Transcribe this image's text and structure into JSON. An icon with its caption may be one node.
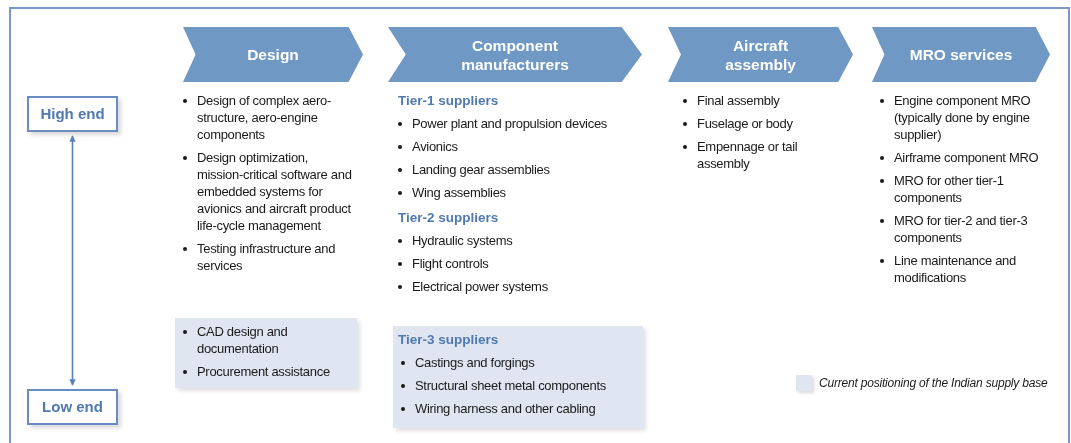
{
  "diagram": {
    "nodes": [
      {
        "text": [
          "High end"
        ]
      },
      {
        "text": [
          "Low end"
        ]
      },
      {
        "text": [
          "Design"
        ]
      },
      {
        "text": [
          "Component manufacturers"
        ]
      },
      {
        "text": [
          "Aircraft assembly"
        ]
      },
      {
        "text": [
          "MRO services"
        ]
      },
      {
        "text": [
          "CAD design and documentation",
          "Procurement assistance"
        ]
      },
      {
        "text": [
          "Tier-3 suppliers",
          "Castings and forgings",
          "Structural sheet metal components",
          "Wiring harness and other cabling"
        ]
      }
    ],
    "edges": [
      {
        "from": 0,
        "to": 1,
        "arrow": "both"
      }
    ],
    "labels": [
      "Design of complex aero-structure, aero-engine components",
      "Design optimization, mission-critical software and embedded systems for avionics and aircraft product life-cycle management",
      "Testing infrastructure and services",
      "Tier-1 suppliers",
      "Power plant and propulsion devices",
      "Avionics",
      "Landing gear assemblies",
      "Wing assemblies",
      "Tier-2 suppliers",
      "Hydraulic systems",
      "Flight controls",
      "Electrical power systems",
      "Final assembly",
      "Fuselage or body",
      "Empennage or tail assembly",
      "Engine component MRO (typically done by engine supplier)",
      "Airframe component MRO",
      "MRO for other tier-1 components",
      "MRO for tier-2 and tier-3 components",
      "Line maintenance and modifications"
    ],
    "legend": [
      {
        "text": "Current positioning of the Indian supply base",
        "color": "#dfe6f2"
      }
    ]
  }
}
